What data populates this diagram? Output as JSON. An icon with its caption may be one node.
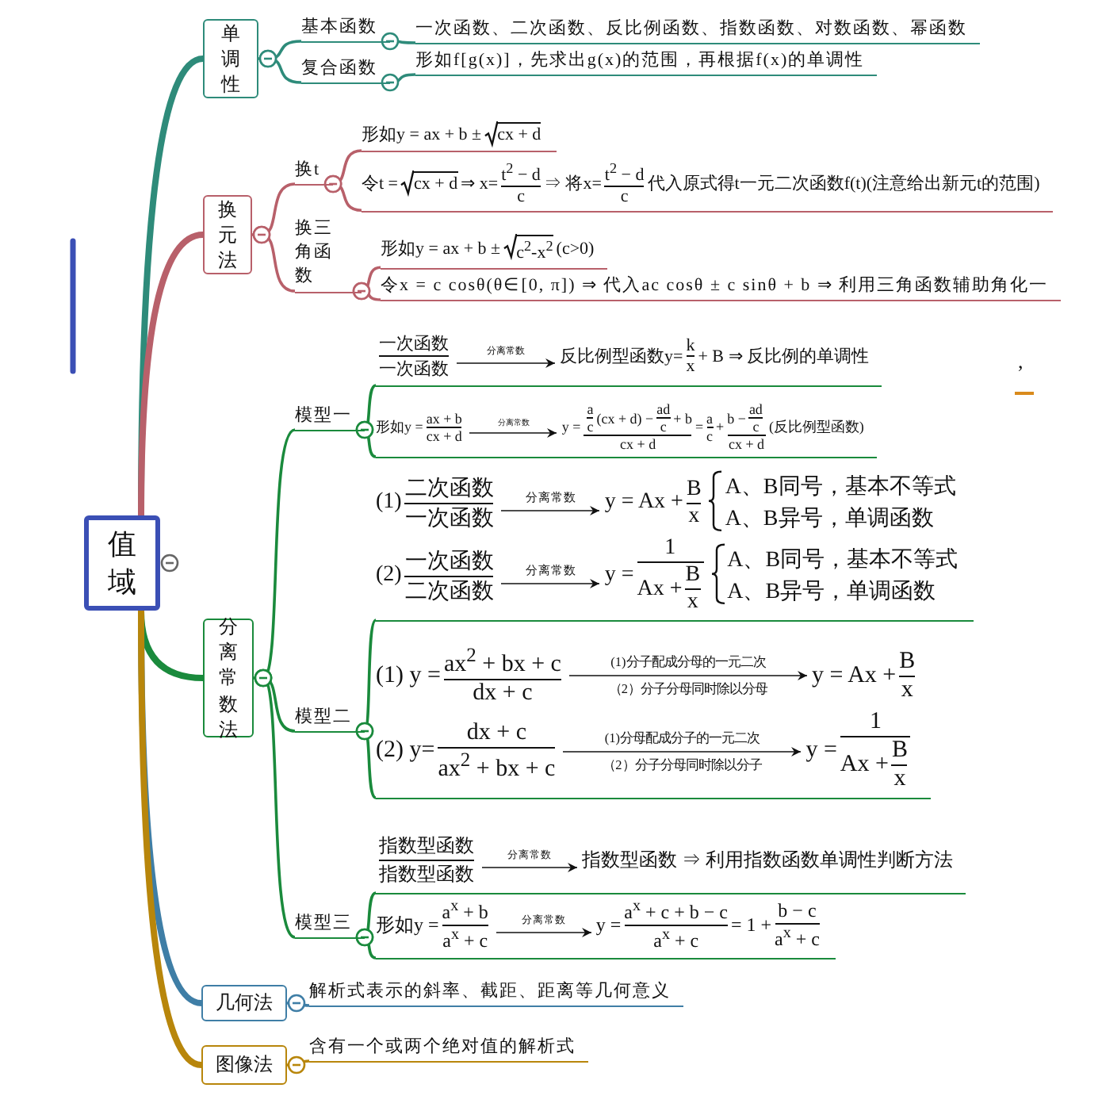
{
  "diagram": {
    "nodes": [
      {
        "text": [
          "值域"
        ]
      },
      {
        "text": [
          "单调性"
        ]
      },
      {
        "text": [
          "基本函数"
        ]
      },
      {
        "text": [
          "一次函数、二次函数、反比例函数、指数函数、对数函数、幂函数"
        ]
      },
      {
        "text": [
          "复合函数"
        ]
      },
      {
        "text": [
          "形如f[g(x)]，先求出g(x)的范围，再根据f(x)的单调性"
        ]
      },
      {
        "text": [
          "换元法"
        ]
      },
      {
        "text": [
          "换t"
        ]
      },
      {
        "text": [
          "形如y = ax + b ±",
          "cx + d"
        ]
      },
      {
        "text": [
          "令t =",
          "cx + d",
          "⇒ x=",
          "t$^{2}$ − d",
          "c",
          "⇒ 将x=",
          "t$^{2}$ − d",
          "c",
          "代入原式得t一元二次函数f(t)(注意给出新元t的范围)"
        ]
      },
      {
        "text": [
          "换三角函数"
        ]
      },
      {
        "text": [
          "形如y = ax + b ±",
          "c$^{2}$-x$^{2}$",
          "(c>0)"
        ]
      },
      {
        "text": [
          "令x = c cosθ(θ∈[0, π]) ⇒ 代入ac cosθ ± c sinθ + b ⇒ 利用三角函数辅助角化一"
        ]
      },
      {
        "text": [
          "分离常数法"
        ]
      },
      {
        "text": [
          "模型一"
        ]
      },
      {
        "text": [
          "一次函数",
          "一次函数",
          "分离常数",
          "反比例型函数y=",
          "k",
          "x",
          "+ B ⇒ 反比例的单调性"
        ]
      },
      {
        "text": [
          "形如y =",
          "ax + b",
          "cx + d",
          "分离常数",
          "y =",
          "a",
          "c",
          "(cx + d) −",
          "ad",
          "c",
          "+ b",
          "cx + d",
          "=",
          "a",
          "c",
          "+",
          "b −",
          "ad",
          "c",
          "cx + d",
          "(反比例型函数)"
        ]
      },
      {
        "text": [
          "模型二"
        ]
      },
      {
        "text": [
          "(1)",
          "二次函数",
          "一次函数",
          "分离常数",
          "y = Ax +",
          "B",
          "x",
          "A、B同号，基本不等式",
          "A、B异号，单调函数",
          "(2)",
          "一次函数",
          "二次函数",
          "分离常数",
          "y =",
          "1",
          "Ax +",
          "B",
          "x",
          "A、B同号，基本不等式",
          "A、B异号，单调函数"
        ]
      },
      {
        "text": [
          "(1) y =",
          "ax$^{2}$ + bx + c",
          "dx + c",
          "(1)分子配成分母的一元二次",
          "（2）分子分母同时除以分母",
          "y = Ax +",
          "B",
          "x",
          "(2) y=",
          "dx + c",
          "ax$^{2}$ + bx + c",
          "(1)分母配成分子的一元二次",
          "（2）分子分母同时除以分子",
          "y =",
          "1",
          "Ax +",
          "B",
          "x"
        ]
      },
      {
        "text": [
          "模型三"
        ]
      },
      {
        "text": [
          "指数型函数",
          "指数型函数",
          "分离常数",
          "指数型函数 ⇒ 利用指数函数单调性判断方法"
        ]
      },
      {
        "text": [
          "形如y =",
          "a$^{x}$ + b",
          "a$^{x}$ + c",
          "分离常数",
          "y =",
          "a$^{x}$ + c + b − c",
          "a$^{x}$ + c",
          "= 1 +",
          "b − c",
          "a$^{x}$ + c"
        ]
      },
      {
        "text": [
          "几何法"
        ]
      },
      {
        "text": [
          "解析式表示的斜率、截距、距离等几何意义"
        ]
      },
      {
        "text": [
          "图像法"
        ]
      },
      {
        "text": [
          "含有一个或两个绝对值的解析式"
        ]
      }
    ],
    "edges": [
      {
        "from": 0,
        "to": 1,
        "arrow": "none",
        "style": "thick",
        "color": "#2e8b7a"
      },
      {
        "from": 0,
        "to": 6,
        "arrow": "none",
        "style": "thick",
        "color": "#b8606a"
      },
      {
        "from": 0,
        "to": 13,
        "arrow": "none",
        "style": "thick"
      },
      {
        "from": 0,
        "to": 23,
        "arrow": "none",
        "style": "thick",
        "color": "#3f7ea6"
      },
      {
        "from": 0,
        "to": 25,
        "arrow": "none",
        "style": "thick",
        "color": "#b8860b"
      },
      {
        "from": 1,
        "to": 2,
        "arrow": "other",
        "color": "#2e8b7a"
      },
      {
        "from": 1,
        "to": 4,
        "arrow": "other",
        "color": "#2e8b7a"
      },
      {
        "from": 2,
        "to": 3,
        "arrow": "other",
        "color": "#2e8b7a"
      },
      {
        "from": 4,
        "to": 5,
        "arrow": "other",
        "color": "#2e8b7a"
      },
      {
        "from": 6,
        "to": 7,
        "arrow": "other",
        "color": "#b8606a"
      },
      {
        "from": 6,
        "to": 10,
        "arrow": "other",
        "color": "#b8606a"
      },
      {
        "from": 7,
        "to": 8,
        "arrow": "other",
        "color": "#b8606a"
      },
      {
        "from": 7,
        "to": 9,
        "arrow": "other",
        "color": "#b8606a"
      },
      {
        "from": 10,
        "to": 11,
        "arrow": "other",
        "color": "#b8606a"
      },
      {
        "from": 10,
        "to": 12,
        "arrow": "other",
        "color": "#b8606a"
      },
      {
        "from": 13,
        "to": 14,
        "arrow": "other"
      },
      {
        "from": 13,
        "to": 17,
        "arrow": "other"
      },
      {
        "from": 13,
        "to": 20,
        "arrow": "other"
      },
      {
        "from": 14,
        "to": 15,
        "arrow": "other"
      },
      {
        "from": 14,
        "to": 16,
        "arrow": "other"
      },
      {
        "from": 17,
        "to": 18,
        "arrow": "other"
      },
      {
        "from": 17,
        "to": 19,
        "arrow": "other"
      },
      {
        "from": 20,
        "to": 21,
        "arrow": "other"
      },
      {
        "from": 20,
        "to": 22,
        "arrow": "other"
      },
      {
        "from": 23,
        "to": 24,
        "arrow": "other",
        "color": "#3f7ea6"
      },
      {
        "from": 25,
        "to": 26,
        "arrow": "other",
        "color": "#b8860b"
      }
    ],
    "labels": [
      ","
    ]
  }
}
